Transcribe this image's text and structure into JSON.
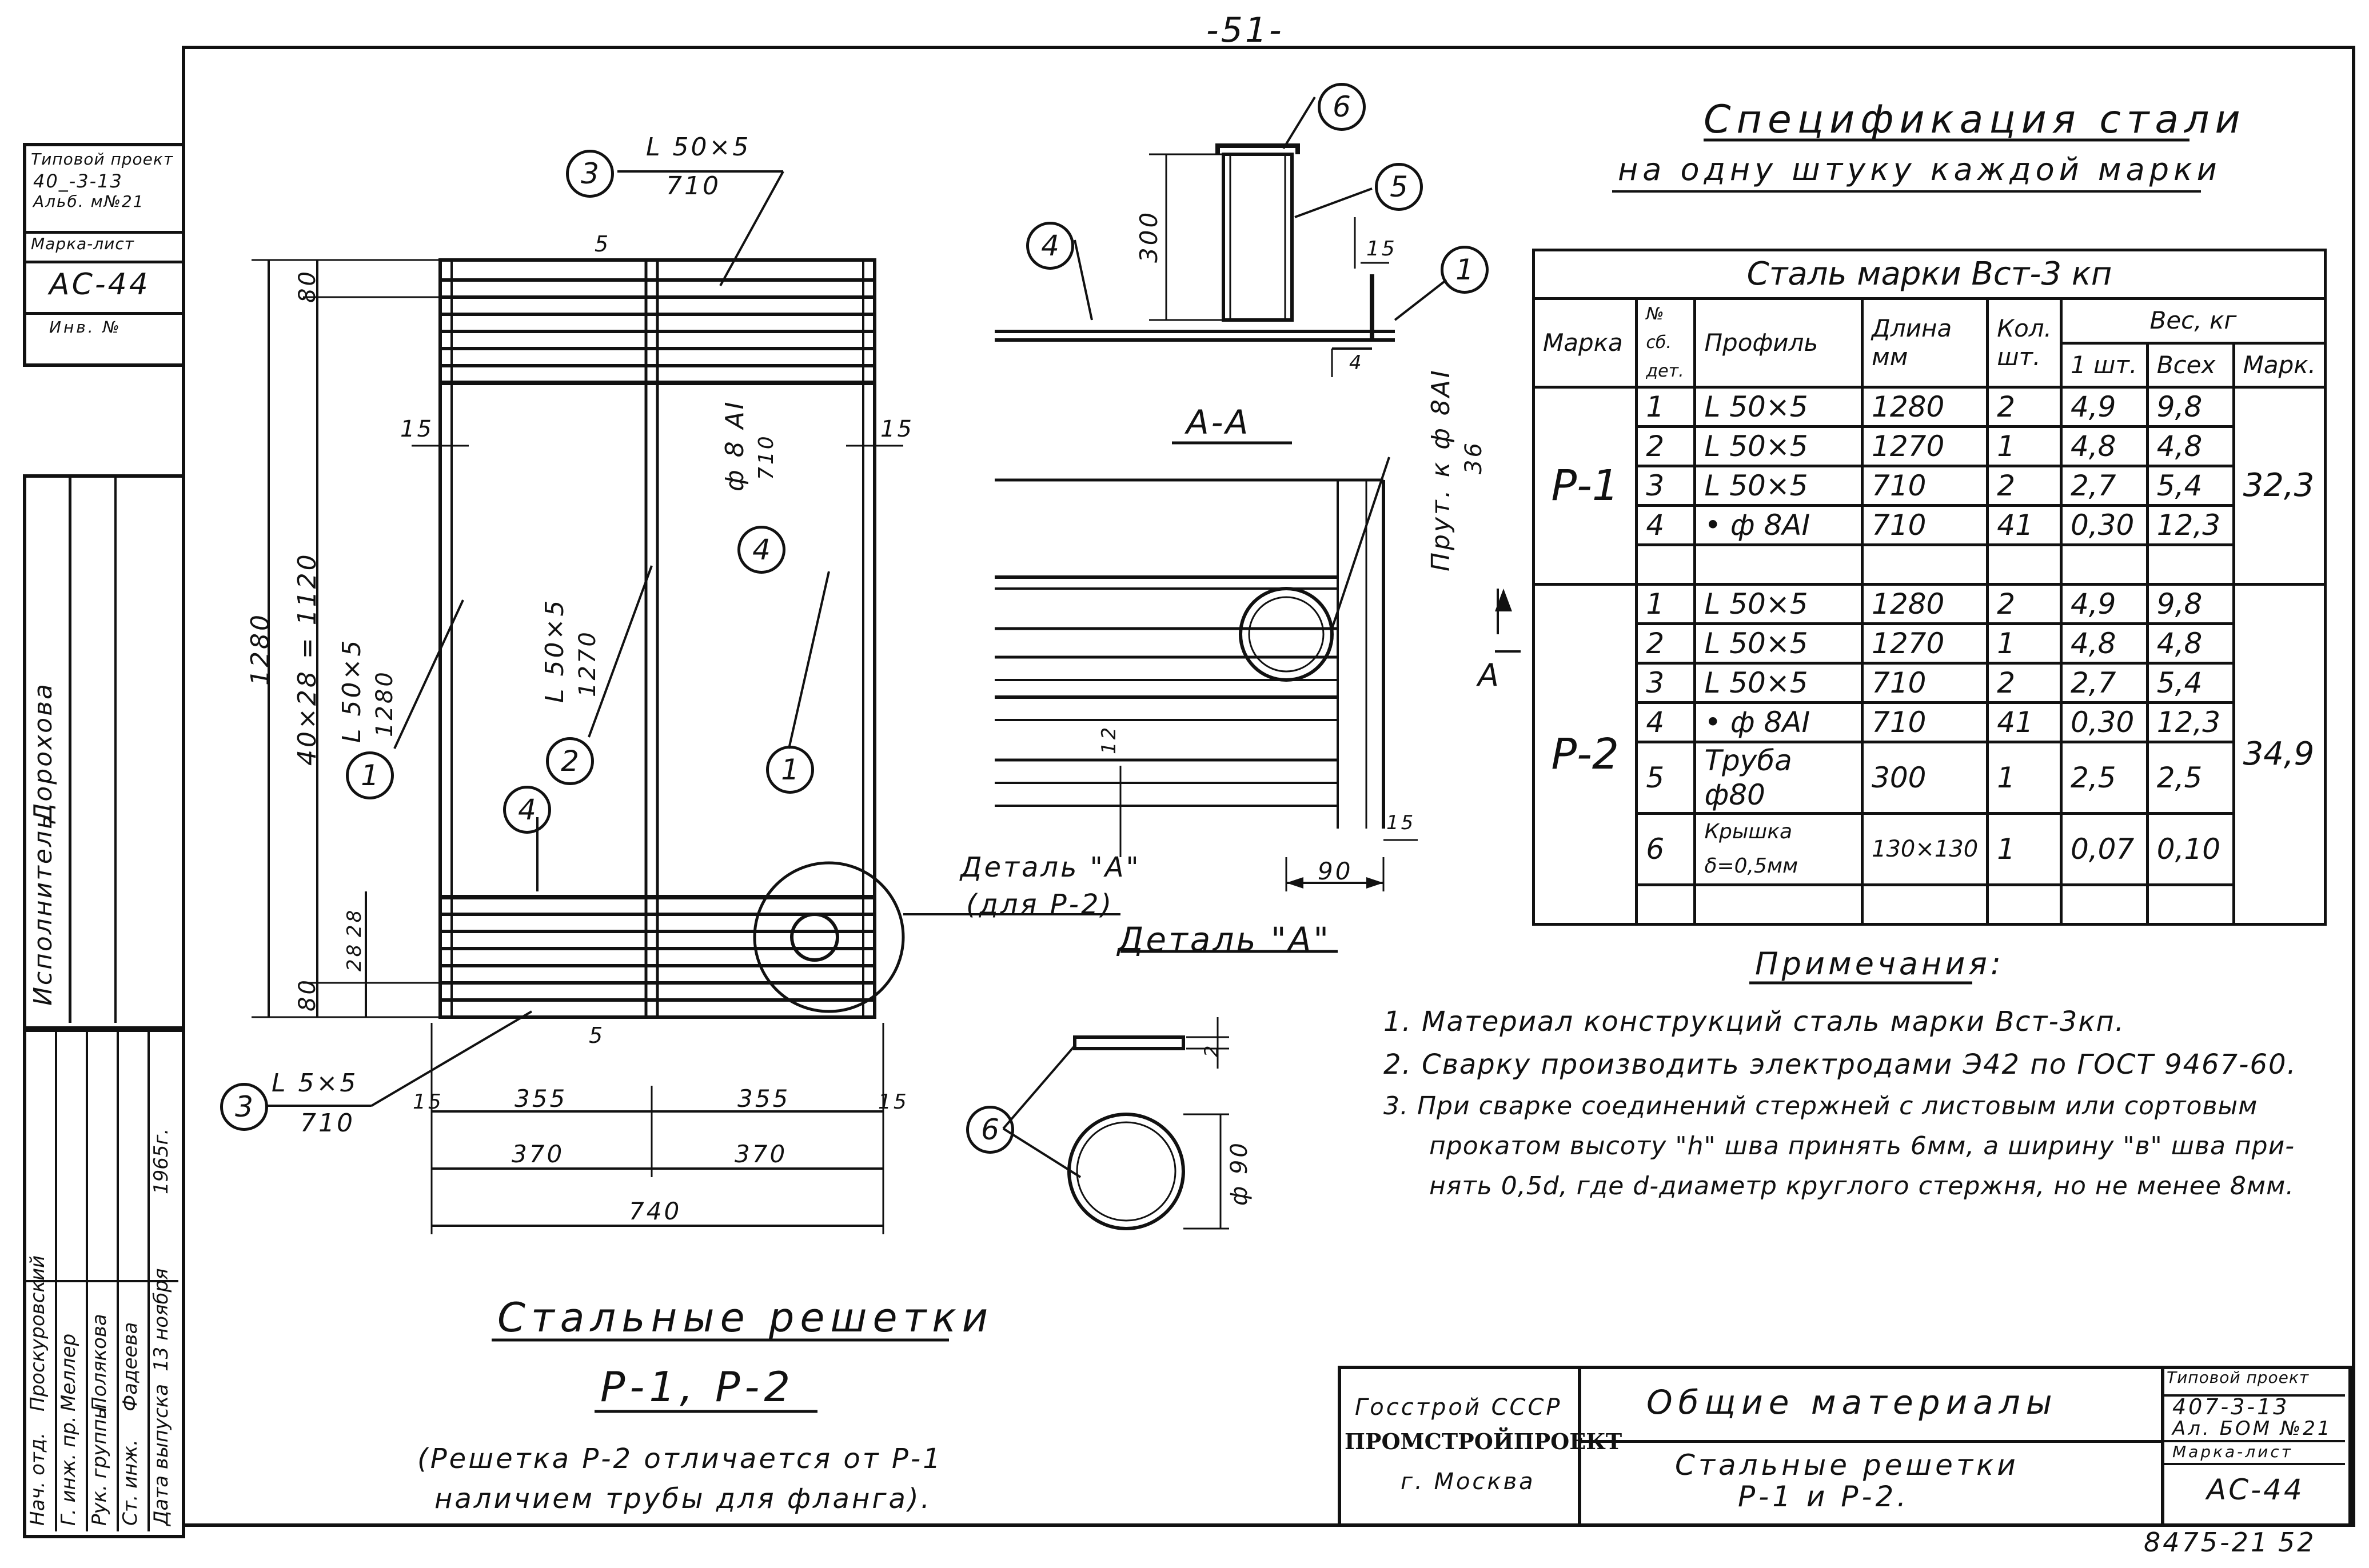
{
  "page": {
    "number": "-51-",
    "footer_code": "8475-21",
    "footer_page": "52"
  },
  "left_stamp": {
    "project_label": "Типовой проект",
    "project_code": "40_-3-13",
    "album": "Альб. м№21",
    "mark_sheet_label": "Марка-лист",
    "sheet_code": "АС-44",
    "inv_label": "Инв. №",
    "executor_label": "Исполнитель",
    "executor_name": "Дорохова",
    "rows": [
      {
        "role": "Нач. отд.",
        "name": "Проскуровский"
      },
      {
        "role": "Г. инж. пр.",
        "name": "Меллер"
      },
      {
        "role": "Рук. группы",
        "name": "Полякова"
      },
      {
        "role": "Ст. инж.",
        "name": "Фадеева"
      },
      {
        "role": "Дата выпуска",
        "name": "13 ноября",
        "year": "1965г."
      }
    ]
  },
  "drawing": {
    "title_line1": "Стальные решетки",
    "title_line2": "Р-1, Р-2",
    "note_line1": "(Решетка Р-2 отличается от Р-1",
    "note_line2": "наличием трубы для фланга).",
    "section_label": "А-А",
    "detail_label": "Деталь \"А\"",
    "detail_callout_line1": "Деталь \"А\"",
    "detail_callout_line2": "(для Р-2)",
    "profile_top": "L 50×5",
    "profile_top_len": "710",
    "profile_left": "L 50×5",
    "profile_left_len": "1280",
    "profile_mid": "L 50×5",
    "profile_mid_len": "1270",
    "rod_label": "ф 8 АI",
    "rod_len": "710",
    "profile_bottom": "L 5×5",
    "profile_bottom_len": "710",
    "rod_section": "Прут. к ф 8АI",
    "rod_section_count": "36",
    "dim_height": "1280",
    "dim_inner": "40×28 = 1120",
    "dim_80_top": "80",
    "dim_80_bottom": "80",
    "dim_28a": "28",
    "dim_28b": "28",
    "dim_5_top": "5",
    "dim_5_bottom": "5",
    "dim_15_l": "15",
    "dim_15_r": "15",
    "dim_15_bl": "15",
    "dim_15_br": "15",
    "dim_355_l": "355",
    "dim_355_r": "355",
    "dim_370_l": "370",
    "dim_370_r": "370",
    "dim_740": "740",
    "dim_300": "300",
    "dim_15_sec": "15",
    "dim_4": "4",
    "dim_12": "12",
    "dim_15_s2": "15",
    "dim_90": "90",
    "dim_phi90": "ф 90",
    "dim_2": "2",
    "section_a": "А",
    "callouts": [
      "1",
      "2",
      "3",
      "4",
      "5",
      "6"
    ]
  },
  "spec": {
    "title": "Спецификация стали",
    "subtitle": "на одну штуку каждой марки",
    "steel": "Сталь марки Вст-3 кп",
    "headers": {
      "mark": "Марка",
      "num": "№ сб. дет.",
      "profile": "Профиль",
      "length": "Длина мм",
      "qty": "Кол. шт.",
      "weight": "Вес, кг",
      "one": "1 шт.",
      "all": "Всех",
      "per_mark": "Марк."
    },
    "groups": [
      {
        "mark": "Р-1",
        "total": "32,3",
        "rows": [
          {
            "n": "1",
            "profile": "L 50×5",
            "len": "1280",
            "qty": "2",
            "one": "4,9",
            "all": "9,8"
          },
          {
            "n": "2",
            "profile": "L 50×5",
            "len": "1270",
            "qty": "1",
            "one": "4,8",
            "all": "4,8"
          },
          {
            "n": "3",
            "profile": "L 50×5",
            "len": "710",
            "qty": "2",
            "one": "2,7",
            "all": "5,4"
          },
          {
            "n": "4",
            "profile": "• ф 8АI",
            "len": "710",
            "qty": "41",
            "one": "0,30",
            "all": "12,3"
          }
        ]
      },
      {
        "mark": "Р-2",
        "total": "34,9",
        "rows": [
          {
            "n": "1",
            "profile": "L 50×5",
            "len": "1280",
            "qty": "2",
            "one": "4,9",
            "all": "9,8"
          },
          {
            "n": "2",
            "profile": "L 50×5",
            "len": "1270",
            "qty": "1",
            "one": "4,8",
            "all": "4,8"
          },
          {
            "n": "3",
            "profile": "L 50×5",
            "len": "710",
            "qty": "2",
            "one": "2,7",
            "all": "5,4"
          },
          {
            "n": "4",
            "profile": "• ф 8АI",
            "len": "710",
            "qty": "41",
            "one": "0,30",
            "all": "12,3"
          },
          {
            "n": "5",
            "profile": "Труба ф80",
            "len": "300",
            "qty": "1",
            "one": "2,5",
            "all": "2,5"
          },
          {
            "n": "6",
            "profile": "Крышка δ=0,5мм",
            "len": "130×130",
            "qty": "1",
            "one": "0,07",
            "all": "0,10"
          }
        ]
      }
    ]
  },
  "notes": {
    "title": "Примечания:",
    "items": [
      "1.  Материал конструкций сталь марки Вст-3кп.",
      "2.  Сварку производить электродами Э42 по ГОСТ 9467-60.",
      "3.  При сварке соединений стержней с листовым или сортовым",
      "прокатом высоту \"h\" шва принять 6мм, а ширину \"в\" шва при-",
      "нять 0,5d, где d-диаметр круглого стержня, но не менее 8мм."
    ]
  },
  "title_block": {
    "org_line1": "Госстрой СССР",
    "org_line2": "ПРОМСТРОЙПРОЕКТ",
    "org_line3": "г. Москва",
    "section": "Общие материалы",
    "sheet_title_line1": "Стальные решетки",
    "sheet_title_line2": "Р-1 и Р-2.",
    "project_label": "Типовой проект",
    "project_code": "407-3-13",
    "album": "Ал. БОМ №21",
    "mark_label": "Марка-лист",
    "sheet_code": "АС-44"
  }
}
